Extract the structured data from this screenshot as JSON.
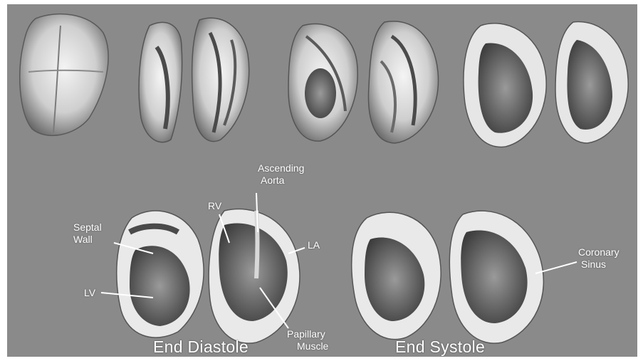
{
  "labels": {
    "ascending_aorta_line1": "Ascending",
    "ascending_aorta_line2": "Aorta",
    "rv": "RV",
    "septal_wall_line1": "Septal",
    "septal_wall_line2": "Wall",
    "la": "LA",
    "lv": "LV",
    "papillary_muscle_line1": "Papillary",
    "papillary_muscle_line2": "Muscle",
    "coronary_sinus_line1": "Coronary",
    "coronary_sinus_line2": "Sinus"
  },
  "captions": {
    "end_diastole": "End Diastole",
    "end_systole": "End Systole"
  },
  "colors": {
    "background": "#8a8a8a",
    "tissue_light": "#eeeeee",
    "tissue_mid": "#bdbdbd",
    "tissue_dark": "#4a4a4a",
    "label": "#ffffff"
  }
}
